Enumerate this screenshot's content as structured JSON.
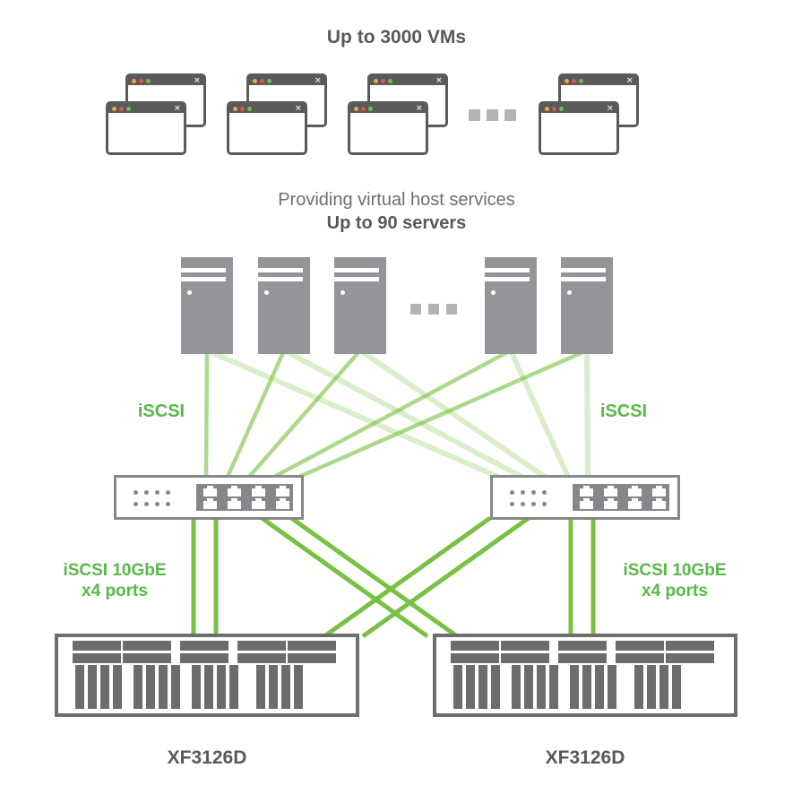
{
  "header": {
    "title": "Up to 3000 VMs",
    "subtitle1": "Providing virtual host services",
    "subtitle2": "Up to 90 servers"
  },
  "network": {
    "iscsi_left": "iSCSI",
    "iscsi_right": "iSCSI",
    "ports_left": {
      "line1": "iSCSI 10GbE",
      "line2": "x4 ports"
    },
    "ports_right": {
      "line1": "iSCSI 10GbE",
      "line2": "x4 ports"
    },
    "storage_left_model": "XF3126D",
    "storage_right_model": "XF3126D"
  },
  "colors": {
    "green_text": "#57B947",
    "line_green": "#79C143",
    "dark_gray": "#58595B",
    "mid_gray": "#6D6E70",
    "server_gray": "#939598",
    "switch_gray": "#85878A",
    "array_gray": "#6B6C6E",
    "dots_gray": "#B1B3B5",
    "vm_dot_yellow": "#F2A63B",
    "vm_dot_red": "#E25449",
    "vm_dot_green": "#6FBE4C"
  },
  "connections": {
    "stroke": "#79C143",
    "server_to_right_switch": [
      [
        231,
        391,
        556,
        532
      ],
      [
        317,
        391,
        582,
        532
      ],
      [
        402,
        391,
        608,
        532
      ],
      [
        570,
        391,
        634,
        532
      ],
      [
        655,
        391,
        656,
        532
      ]
    ],
    "server_to_left_switch": [
      [
        231,
        391,
        230,
        532
      ],
      [
        317,
        391,
        254,
        532
      ],
      [
        402,
        391,
        278,
        532
      ],
      [
        570,
        391,
        306,
        532
      ],
      [
        655,
        391,
        334,
        532
      ]
    ],
    "switch_to_storage": [
      [
        216,
        576,
        216,
        712
      ],
      [
        241,
        576,
        241,
        712
      ],
      [
        637,
        576,
        637,
        712
      ],
      [
        662,
        576,
        662,
        712
      ],
      [
        292,
        578,
        477,
        710
      ],
      [
        325,
        578,
        510,
        710
      ],
      [
        547,
        578,
        362,
        710
      ],
      [
        590,
        578,
        405,
        710
      ]
    ]
  }
}
